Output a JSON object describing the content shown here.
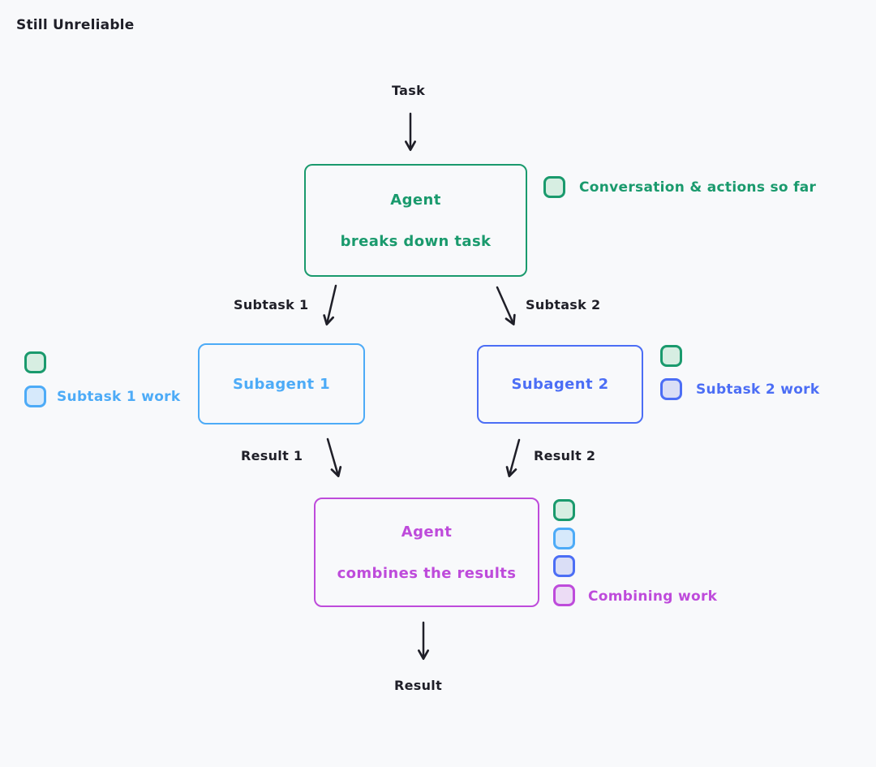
{
  "title": "Still Unreliable",
  "colors": {
    "ink": "#1f1f28",
    "green": "#1a9a6d",
    "blue": "#4dabf7",
    "indigo": "#4c6ef5",
    "purple": "#be4bdb",
    "background": "#f8f9fb"
  },
  "flow": {
    "task_label": "Task",
    "agent_box": {
      "line1": "Agent",
      "line2": "breaks down task"
    },
    "subtask1_label": "Subtask 1",
    "subtask2_label": "Subtask 2",
    "subagent1_box": {
      "label": "Subagent 1"
    },
    "subagent2_box": {
      "label": "Subagent 2"
    },
    "result1_label": "Result 1",
    "result2_label": "Result 2",
    "combine_box": {
      "line1": "Agent",
      "line2": "combines the results"
    },
    "result_label": "Result"
  },
  "legends": {
    "conversation": {
      "label": "Conversation & actions so far",
      "chips": [
        "green"
      ]
    },
    "subtask1": {
      "label": "Subtask 1 work",
      "chips": [
        "green",
        "blue"
      ]
    },
    "subtask2": {
      "label": "Subtask 2 work",
      "chips": [
        "green",
        "indigo"
      ]
    },
    "combining": {
      "label": "Combining work",
      "chips": [
        "green",
        "blue",
        "indigo",
        "purple"
      ]
    }
  }
}
